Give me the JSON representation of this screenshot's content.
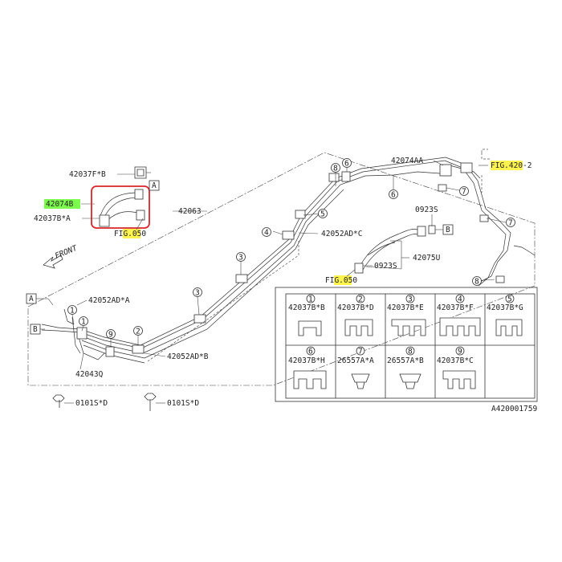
{
  "colors": {
    "highlight_green": "#7CFC4C",
    "highlight_yellow": "#FFF44F",
    "callout_red": "#D9262B",
    "line": "#333333"
  },
  "labels": {
    "p42037F_B": "42037F*B",
    "p42074B": "42074B",
    "p42037B_A": "42037B*A",
    "fig050_a": "050",
    "fig050_b": "050",
    "fig_prefix": "FIG.",
    "p42063": "42063",
    "front": "FRONT",
    "p42074AA": "42074AA",
    "fig420_code": "FIG.420",
    "fig420_suffix": "-2",
    "p0923S_a": "0923S",
    "p0923S_b": "0923S",
    "p42075U": "42075U",
    "p42052AD_C": "42052AD*C",
    "p42052AD_A": "42052AD*A",
    "p42052AD_B": "42052AD*B",
    "p42043Q": "42043Q",
    "p0101S_D_a": "0101S*D",
    "p0101S_D_b": "0101S*D",
    "ref_a": "A",
    "ref_b": "B",
    "diagram_id": "A420001759"
  },
  "callouts": [
    "1",
    "2",
    "3",
    "4",
    "5",
    "6",
    "7",
    "8",
    "9"
  ],
  "legend": [
    {
      "num": "1",
      "part": "42037B*B"
    },
    {
      "num": "2",
      "part": "42037B*D"
    },
    {
      "num": "3",
      "part": "42037B*E"
    },
    {
      "num": "4",
      "part": "42037B*F"
    },
    {
      "num": "5",
      "part": "42037B*G"
    },
    {
      "num": "6",
      "part": "42037B*H"
    },
    {
      "num": "7",
      "part": "26557A*A"
    },
    {
      "num": "8",
      "part": "26557A*B"
    },
    {
      "num": "9",
      "part": "42037B*C"
    }
  ]
}
